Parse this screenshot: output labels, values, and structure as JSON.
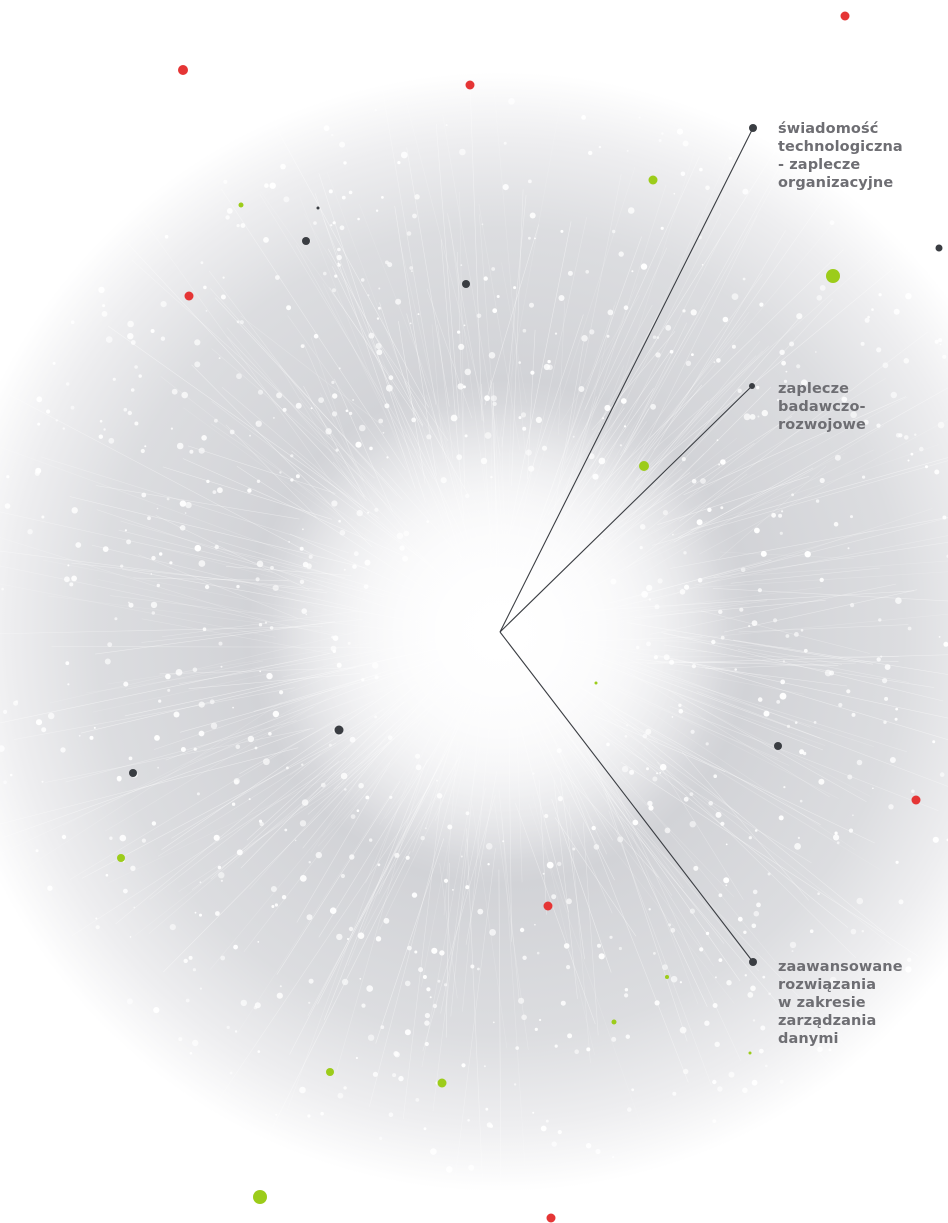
{
  "colors": {
    "background": "#ffffff",
    "halo": "#c4c5c9",
    "network_node": "#ffffff",
    "label_text": "#6e6e73",
    "callout_line": "#3a3d42",
    "accent_red": "#e53535",
    "accent_green": "#9ccc1a",
    "accent_dark": "#3a3d42"
  },
  "labels": [
    {
      "id": "tech-awareness",
      "text": "świadomość\ntechnologiczna\n- zaplecze\norganizacyjne"
    },
    {
      "id": "rnd-base",
      "text": "zaplecze\nbadawczo-\nrozwojowe"
    },
    {
      "id": "data-management",
      "text": "zaawansowane\nrozwiązania\nw zakresie\nzarządzania\ndanymi"
    }
  ]
}
